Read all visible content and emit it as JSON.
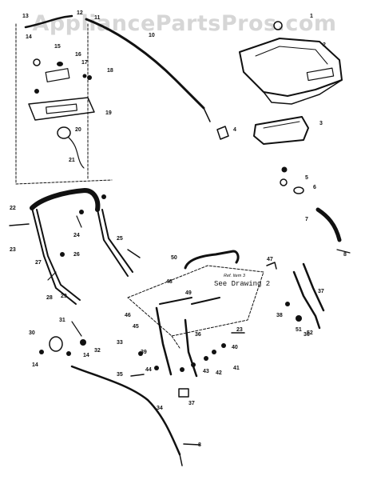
{
  "watermark": "AppliancePartsPros.com",
  "note": {
    "ref": "Ref. Item 3",
    "text": "See Drawing 2"
  },
  "part_labels": [
    "13",
    "12",
    "11",
    "10",
    "1",
    "2",
    "3",
    "14",
    "15",
    "16",
    "17",
    "18",
    "19",
    "20",
    "21",
    "4",
    "5",
    "6",
    "7",
    "8",
    "22",
    "23",
    "24",
    "25",
    "26",
    "27",
    "28",
    "29",
    "30",
    "31",
    "32",
    "33",
    "34",
    "35",
    "36",
    "37",
    "38",
    "39",
    "40",
    "41",
    "42",
    "43",
    "44",
    "45",
    "46",
    "47",
    "48",
    "49",
    "50",
    "51",
    "52"
  ]
}
